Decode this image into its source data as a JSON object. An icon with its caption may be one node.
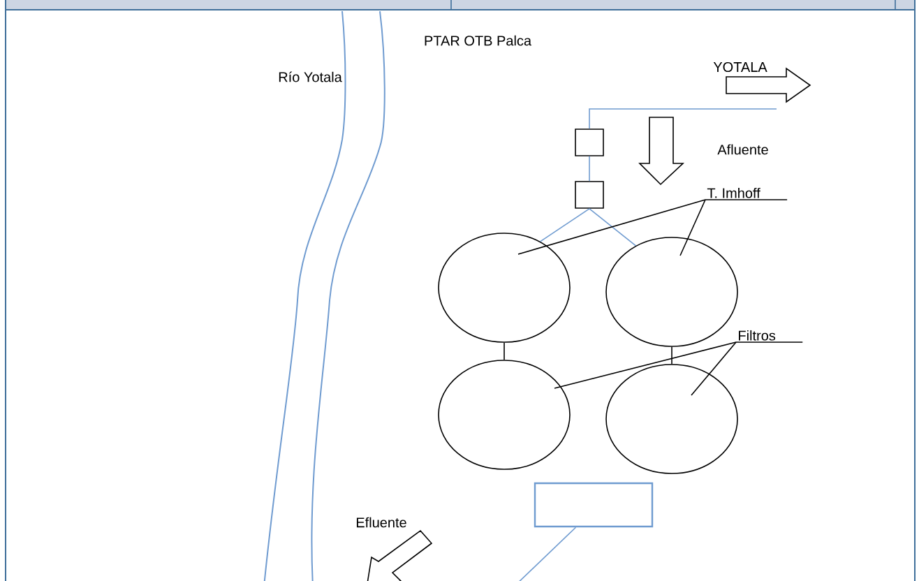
{
  "diagram": {
    "nodes": [
      {
        "text": [],
        "shape": "box"
      },
      {
        "text": [],
        "shape": "box"
      },
      {
        "text": [],
        "shape": "circle"
      },
      {
        "text": [],
        "shape": "circle"
      },
      {
        "text": [],
        "shape": "circle"
      },
      {
        "text": [],
        "shape": "circle"
      },
      {
        "text": [],
        "shape": "box"
      },
      {
        "text": [
          "T. Imhoff"
        ]
      },
      {
        "text": [
          "Filtros"
        ]
      }
    ],
    "edges": [
      {
        "from": null,
        "to": 0,
        "arrow": "none",
        "color": "#6f9bd0"
      },
      {
        "from": 0,
        "to": 1,
        "arrow": "none",
        "color": "#6f9bd0"
      },
      {
        "from": 1,
        "to": 2,
        "arrow": "none",
        "color": "#6f9bd0"
      },
      {
        "from": 1,
        "to": 3,
        "arrow": "none",
        "color": "#6f9bd0"
      },
      {
        "from": 2,
        "to": 4,
        "arrow": "none"
      },
      {
        "from": 3,
        "to": 5,
        "arrow": "none"
      },
      {
        "from": 6,
        "to": null,
        "arrow": "none",
        "color": "#6f9bd0"
      },
      {
        "from": 7,
        "to": 2,
        "arrow": "none"
      },
      {
        "from": 7,
        "to": 3,
        "arrow": "none"
      },
      {
        "from": 8,
        "to": 4,
        "arrow": "none"
      },
      {
        "from": 8,
        "to": 5,
        "arrow": "none"
      }
    ],
    "labels": [
      "PTAR OTB Palca",
      "Río Yotala",
      "YOTALA",
      "Afluente",
      "Efluente"
    ]
  }
}
